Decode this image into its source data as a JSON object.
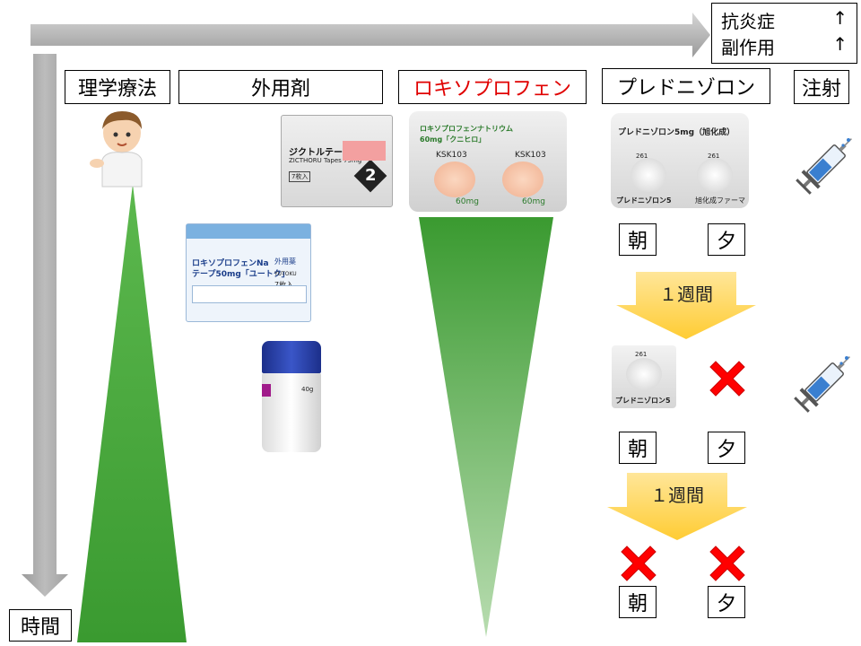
{
  "legend": {
    "row1_label": "抗炎症",
    "row1_symbol": "↑",
    "row2_label": "副作用",
    "row2_symbol": "↑"
  },
  "time_label": "時間",
  "headers": {
    "pt": "理学療法",
    "topical": "外用剤",
    "loxo": "ロキソプロフェン",
    "pred": "プレドニゾロン",
    "injection": "注射"
  },
  "products": {
    "zictorl_name": "ジクトルテープ 75mg",
    "zictorl_sub": "ZICTHORU Tapes 75mg",
    "zictorl_count": "7枚入",
    "zictorl_badge": "2",
    "loxo_tape_name1": "ロキソプロフェンNa",
    "loxo_tape_name2": "テープ50mg「ユートク」",
    "loxo_tape_tag": "外用薬",
    "loxo_tape_count": "7枚入",
    "loxo_tape_brand": "YUTOKU",
    "cream_amount": "40g",
    "blister_head1": "ロキソプロフェンナトリウム",
    "blister_head2": "60mg「クニヒロ」",
    "blister_code": "KSK103",
    "blister_dose": "60mg",
    "pred_head": "プレドニゾロン5mg（旭化成）",
    "pred_code": "261",
    "pred_bottom": "プレドニゾロン5",
    "pred_maker": "旭化成ファーマ"
  },
  "schedule": {
    "morning": "朝",
    "evening": "夕",
    "week_label": "１週間"
  },
  "colors": {
    "triangle_green": "#3fa535",
    "arrow_gray": "#b3b3b3",
    "arrow_yellow": "#ffd966",
    "cross_red": "#ff0000",
    "highlight_red": "#e00000"
  }
}
